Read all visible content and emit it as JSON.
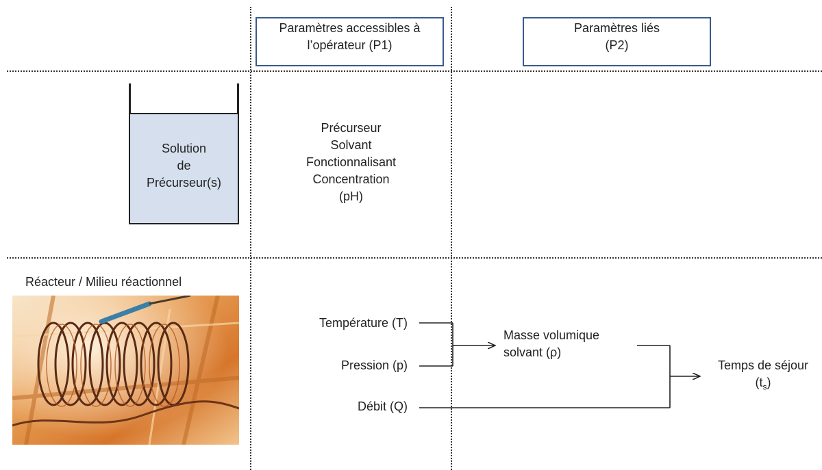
{
  "columns": {
    "p1_header": [
      "Paramètres accessibles à",
      "l’opérateur (P1)"
    ],
    "p2_header": [
      "Paramètres liés",
      "(P2)"
    ]
  },
  "row1": {
    "beaker_label": [
      "Solution",
      "de",
      "Précurseur(s)"
    ],
    "p1_items": [
      "Précurseur",
      "Solvant",
      "Fonctionnalisant",
      "Concentration",
      "(pH)"
    ]
  },
  "row2": {
    "title": "Réacteur / Milieu réactionnel",
    "reactor_image": "coiled-tube-reactor-photo",
    "inputs": {
      "temperature": "Température (T)",
      "pression": "Pression (p)",
      "debit": "Débit (Q)"
    },
    "intermediate": [
      "Masse volumique",
      "solvant (ρ)"
    ],
    "output": {
      "line1": "Temps de séjour",
      "symbol": "(t",
      "subscript": "s",
      "close": ")"
    }
  },
  "colors": {
    "box_border": "#3a5a8a",
    "beaker_fill": "#d6dfee"
  }
}
